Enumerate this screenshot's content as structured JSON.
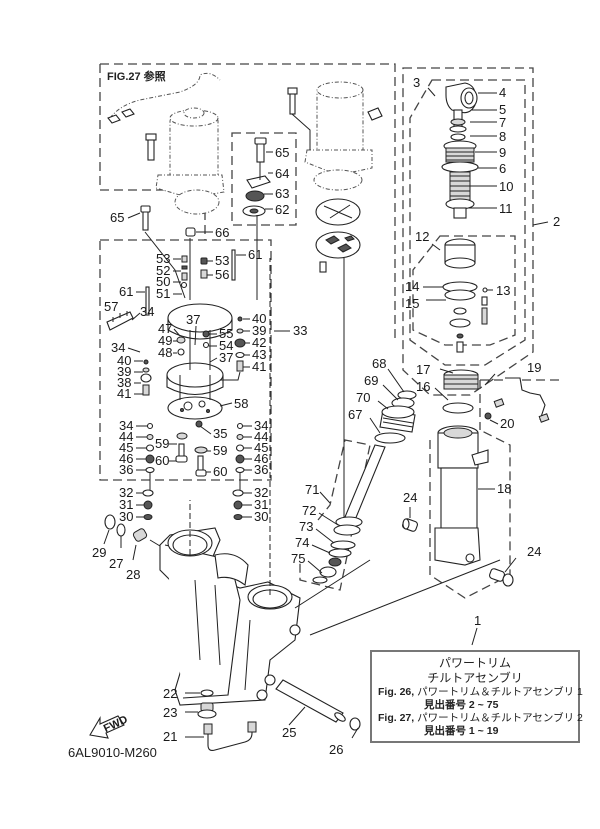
{
  "figure": {
    "reference_note": "FIG.27 参照",
    "drawing_code": "6AL9010-M260",
    "fwd_arrow_label": "FWD"
  },
  "legend": {
    "title_line1": "パワートリム",
    "title_line2": "チルトアセンブリ",
    "entries": [
      {
        "fig": "Fig. 26,",
        "name": "パワートリム＆チルトアセンブリ 1",
        "range": "見出番号 2 ~ 75"
      },
      {
        "fig": "Fig. 27,",
        "name": "パワートリム＆チルトアセンブリ 2",
        "range": "見出番号 1 ~ 19"
      }
    ]
  },
  "callouts": {
    "c1": "1",
    "c2": "2",
    "c3": "3",
    "c4": "4",
    "c5": "5",
    "c6": "6",
    "c7": "7",
    "c8": "8",
    "c9": "9",
    "c10": "10",
    "c11": "11",
    "c12": "12",
    "c13": "13",
    "c14": "14",
    "c15": "15",
    "c16": "16",
    "c17": "17",
    "c18": "18",
    "c19": "19",
    "c20": "20",
    "c21": "21",
    "c22": "22",
    "c23": "23",
    "c24a": "24",
    "c24b": "24",
    "c25": "25",
    "c26": "26",
    "c27": "27",
    "c28": "28",
    "c29": "29",
    "c30a": "30",
    "c30b": "30",
    "c31a": "31",
    "c31b": "31",
    "c32a": "32",
    "c32b": "32",
    "c33": "33",
    "c34a": "34",
    "c34b": "34",
    "c34c": "34",
    "c34d": "34",
    "c35": "35",
    "c36a": "36",
    "c36b": "36",
    "c37a": "37",
    "c37b": "37",
    "c38": "38",
    "c39a": "39",
    "c39b": "39",
    "c40a": "40",
    "c40b": "40",
    "c41a": "41",
    "c41b": "41",
    "c42": "42",
    "c43": "43",
    "c44a": "44",
    "c44b": "44",
    "c45a": "45",
    "c45b": "45",
    "c46a": "46",
    "c46b": "46",
    "c47": "47",
    "c48": "48",
    "c49": "49",
    "c50": "50",
    "c51": "51",
    "c52": "52",
    "c53a": "53",
    "c53b": "53",
    "c54": "54",
    "c55": "55",
    "c56": "56",
    "c57": "57",
    "c58": "58",
    "c59a": "59",
    "c59b": "59",
    "c60a": "60",
    "c60b": "60",
    "c61a": "61",
    "c61b": "61",
    "c62": "62",
    "c63": "63",
    "c64": "64",
    "c65a": "65",
    "c65b": "65",
    "c66": "66",
    "c67": "67",
    "c68": "68",
    "c69": "69",
    "c70": "70",
    "c71": "71",
    "c72": "72",
    "c73": "73",
    "c74": "74",
    "c75": "75"
  }
}
